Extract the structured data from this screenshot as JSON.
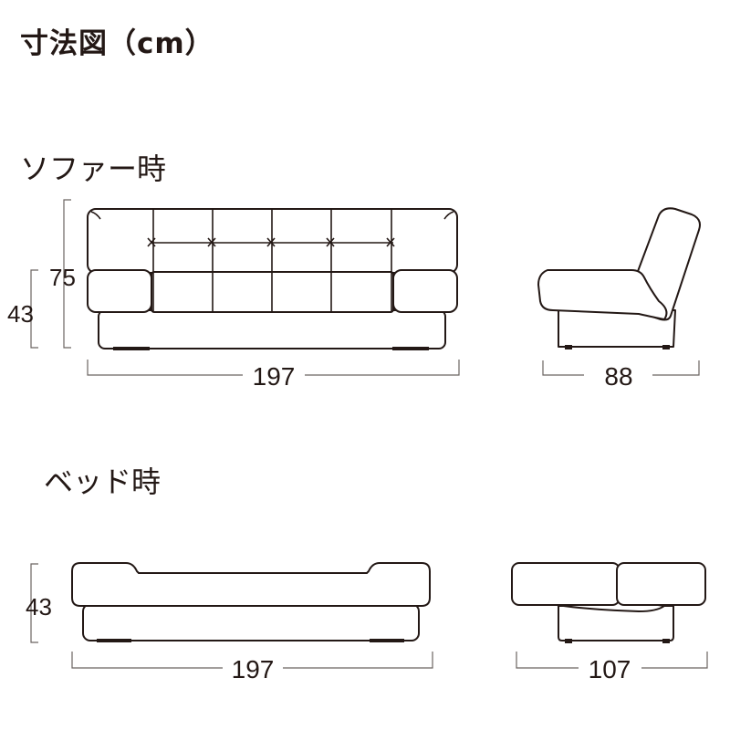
{
  "title": "寸法図（cm）",
  "sections": {
    "sofa": {
      "label": "ソファー時",
      "height_total": "75",
      "seat_height": "43",
      "width": "197",
      "depth": "88"
    },
    "bed": {
      "label": "ベッド時",
      "height": "43",
      "width": "197",
      "depth": "107"
    }
  }
}
